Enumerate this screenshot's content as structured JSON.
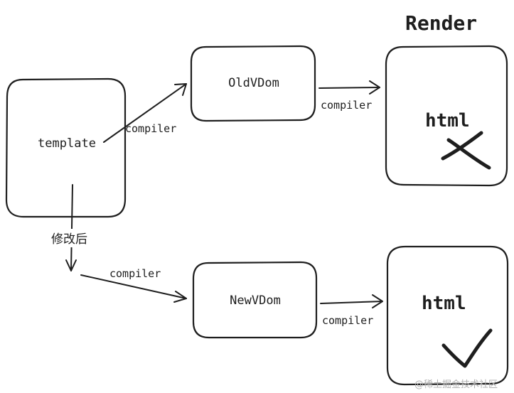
{
  "diagram": {
    "title": "Render",
    "nodes": {
      "template": "template",
      "old_vdom": "OldVDom",
      "new_vdom": "NewVDom",
      "html_old": "html",
      "html_new": "html"
    },
    "edges": {
      "template_to_old": "compiler",
      "old_to_html": "compiler",
      "after_edit": "修改后",
      "template_to_new": "compiler",
      "new_to_html": "compiler"
    },
    "marks": {
      "html_old": "cross",
      "html_new": "check"
    }
  },
  "watermark": "@稀土掘金技术社区"
}
